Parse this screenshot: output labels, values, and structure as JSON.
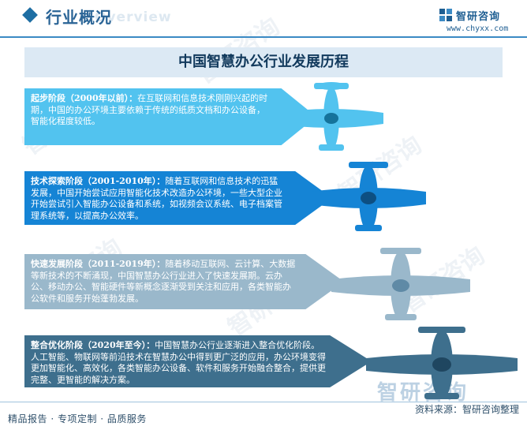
{
  "header": {
    "title": "行业概况",
    "overview": "Overview",
    "brand_name": "智研咨询",
    "brand_url": "www.chyxx.com"
  },
  "main": {
    "title": "中国智慧办公行业发展历程",
    "stages": [
      {
        "head": "起步阶段（2000年以前）：",
        "body": "在互联网和信息技术刚刚兴起的时期，中国的办公环境主要依赖于传统的纸质文档和办公设备，智能化程度较低。",
        "color": "#52c3ef"
      },
      {
        "head": "技术探索阶段（2001-2010年）：",
        "body": "随着互联网和信息技术的迅猛发展，中国开始尝试应用智能化技术改造办公环境，一些大型企业开始尝试引入智能办公设备和系统，如视频会议系统、电子档案管理系统等，以提高办公效率。",
        "color": "#1584d5"
      },
      {
        "head": "快速发展阶段（2011-2019年）：",
        "body": "随着移动互联网、云计算、大数据等新技术的不断涌现，中国智慧办公行业进入了快速发展期。云办公、移动办公、智能硬件等新概念逐渐受到关注和应用，各类智能办公软件和服务开始蓬勃发展。",
        "color": "#9ab8cb"
      },
      {
        "head": "整合优化阶段（2020年至今）：",
        "body": "中国智慧办公行业逐渐进入整合优化阶段。人工智能、物联网等前沿技术在智慧办公中得到更广泛的应用，办公环境变得更加智能化、高效化，各类智能办公设备、软件和服务开始融合整合，提供更完整、更智能的解决方案。",
        "color": "#3e6f8d"
      }
    ]
  },
  "footer": {
    "left": "精品报告 · 专项定制 · 品质服务",
    "right": "资料来源：智研咨询整理",
    "watermark": "智研咨询"
  },
  "watermark_text": "智研咨询"
}
